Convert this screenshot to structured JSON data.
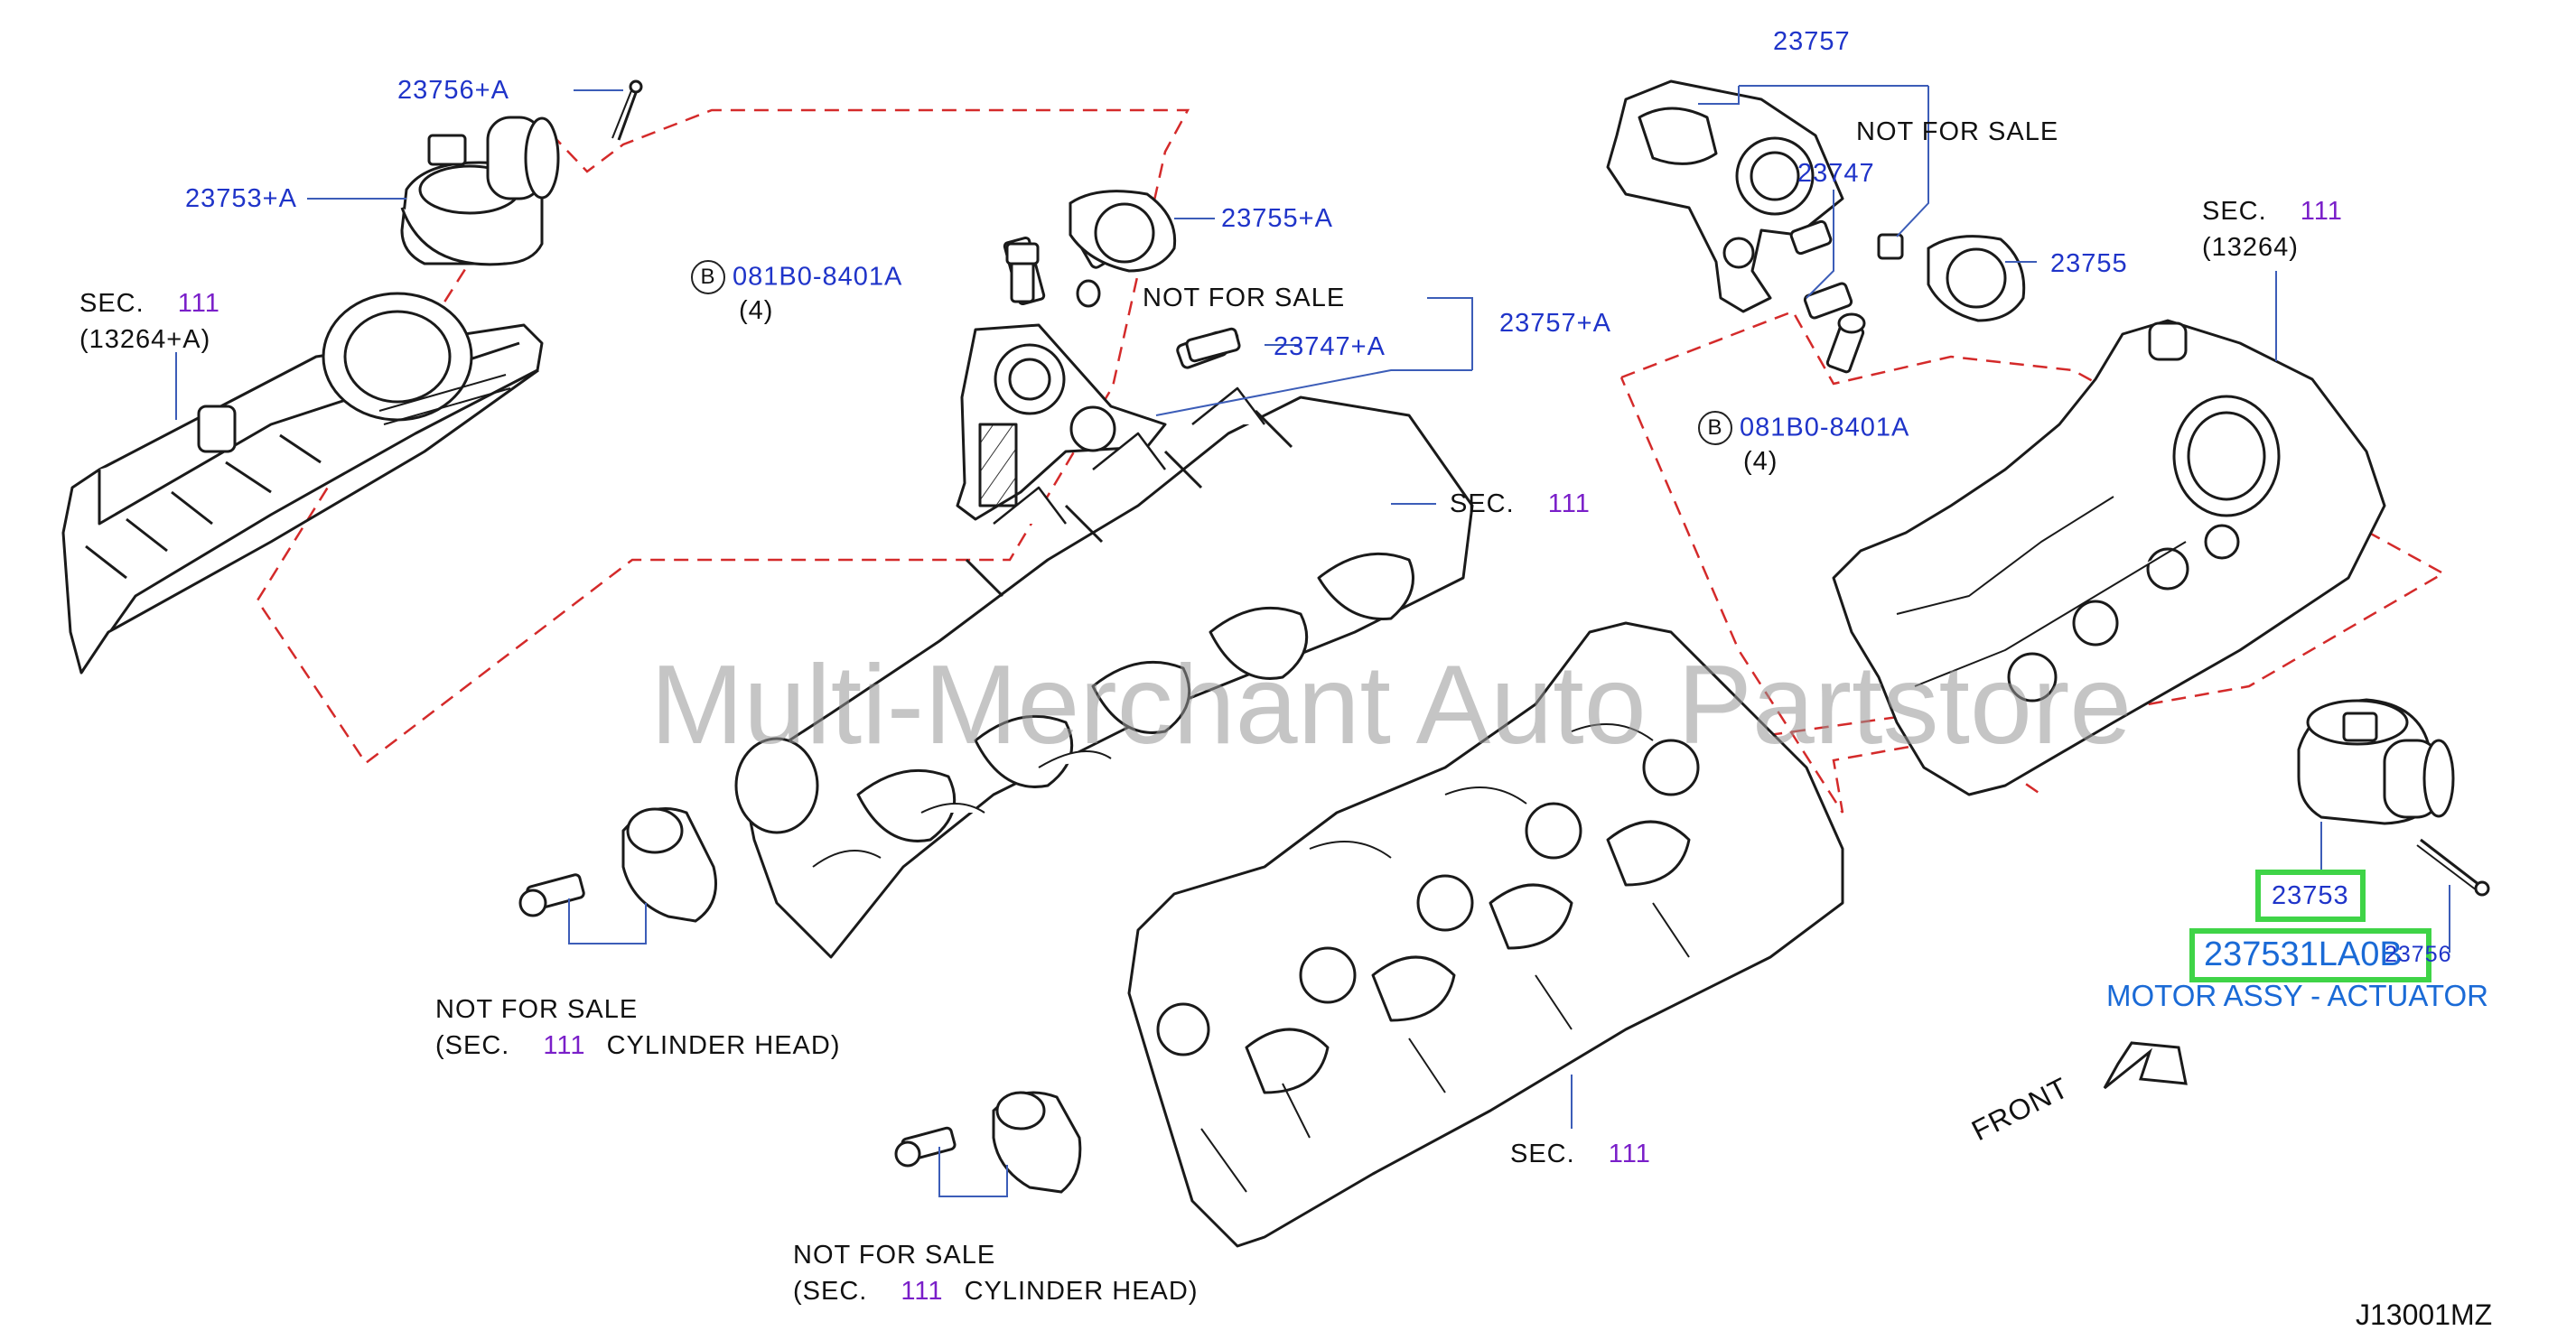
{
  "labels": {
    "p23756a": "23756+A",
    "p23753a": "23753+A",
    "sec_left_a": "SEC.",
    "sec_left_b": "111",
    "sec_left_c": "(13264+A)",
    "bolt_left_circle": "B",
    "bolt_left_code": "081B0-8401A",
    "bolt_left_qty": "(4)",
    "p23755a": "23755+A",
    "nfs_mid": "NOT  FOR  SALE",
    "p23757a": "23757+A",
    "p23747a": "23747+A",
    "sec_mid_a": "SEC.",
    "sec_mid_b": "111",
    "p23757": "23757",
    "nfs_top": "NOT  FOR  SALE",
    "p23747": "23747",
    "p23755": "23755",
    "bolt_right_circle": "B",
    "bolt_right_code": "081B0-8401A",
    "bolt_right_qty": "(4)",
    "sec_right_a": "SEC.",
    "sec_right_b": "111",
    "sec_right_c": "(13264)",
    "nfs_left_1": "NOT  FOR  SALE",
    "nfs_left_2a": "(SEC.",
    "nfs_left_2b": "111",
    "nfs_left_2c": "CYLINDER  HEAD)",
    "p23753": "23753",
    "p23756": "23756",
    "part_number": "237531LA0B",
    "part_desc": "MOTOR ASSY - ACTUATOR",
    "front": "FRONT",
    "sec_bottom_a": "SEC.",
    "sec_bottom_b": "111",
    "nfs_bot_1": "NOT  FOR  SALE",
    "nfs_bot_2a": "(SEC.",
    "nfs_bot_2b": "111",
    "nfs_bot_2c": "CYLINDER  HEAD)",
    "diagram_code": "J13001MZ"
  },
  "watermark": "Multi-Merchant Auto Partstore",
  "colors": {
    "label_blue": "#1f34c9",
    "section_purple": "#7a1fc9",
    "part_blue": "#1a6ad6",
    "highlight_green": "#3fd447",
    "dash_red": "#d42a2a",
    "leader_blue": "#3c5db8"
  }
}
